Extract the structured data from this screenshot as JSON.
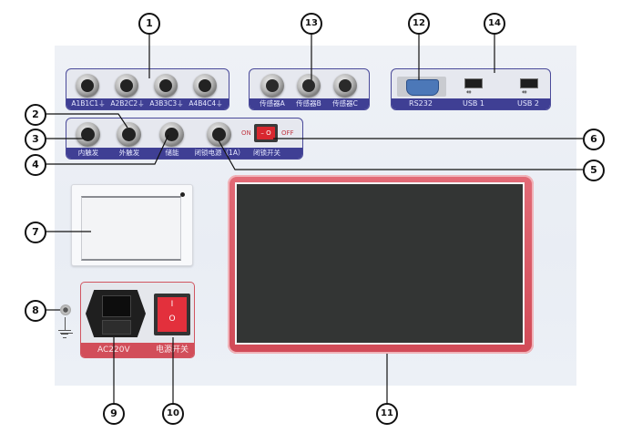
{
  "title": "Instrument rear/front panel layout diagram",
  "callouts": {
    "c1": "1",
    "c2": "2",
    "c3": "3",
    "c4": "4",
    "c5": "5",
    "c6": "6",
    "c7": "7",
    "c8": "8",
    "c9": "9",
    "c10": "10",
    "c11": "11",
    "c12": "12",
    "c13": "13",
    "c14": "14"
  },
  "groups": {
    "phase_inputs": {
      "labels": [
        "A1B1C1⏚",
        "A2B2C2⏚",
        "A3B3C3⏚",
        "A4B4C4⏚"
      ]
    },
    "sensors": {
      "labels": [
        "传感器A",
        "传感器B",
        "传感器C"
      ]
    },
    "comms": {
      "labels": [
        "RS232",
        "USB 1",
        "USB 2"
      ]
    },
    "triggers": {
      "labels": [
        "内触发",
        "外触发",
        "储能",
        "闭锁电源（1A）",
        "闭锁开关"
      ],
      "switch_on": "ON",
      "switch_off": "OFF",
      "switch_mark_on": "–",
      "switch_mark_off": "O"
    },
    "power": {
      "socket_label": "AC220V",
      "switch_label": "电源开关",
      "rocker_on": "I",
      "rocker_off": "O"
    }
  },
  "colors": {
    "group_border": "#4a4a9a",
    "label_bar": "#3f3f94",
    "power_accent": "#d24e5a",
    "screen": "#333534",
    "panel_bg": "#eceff5"
  }
}
